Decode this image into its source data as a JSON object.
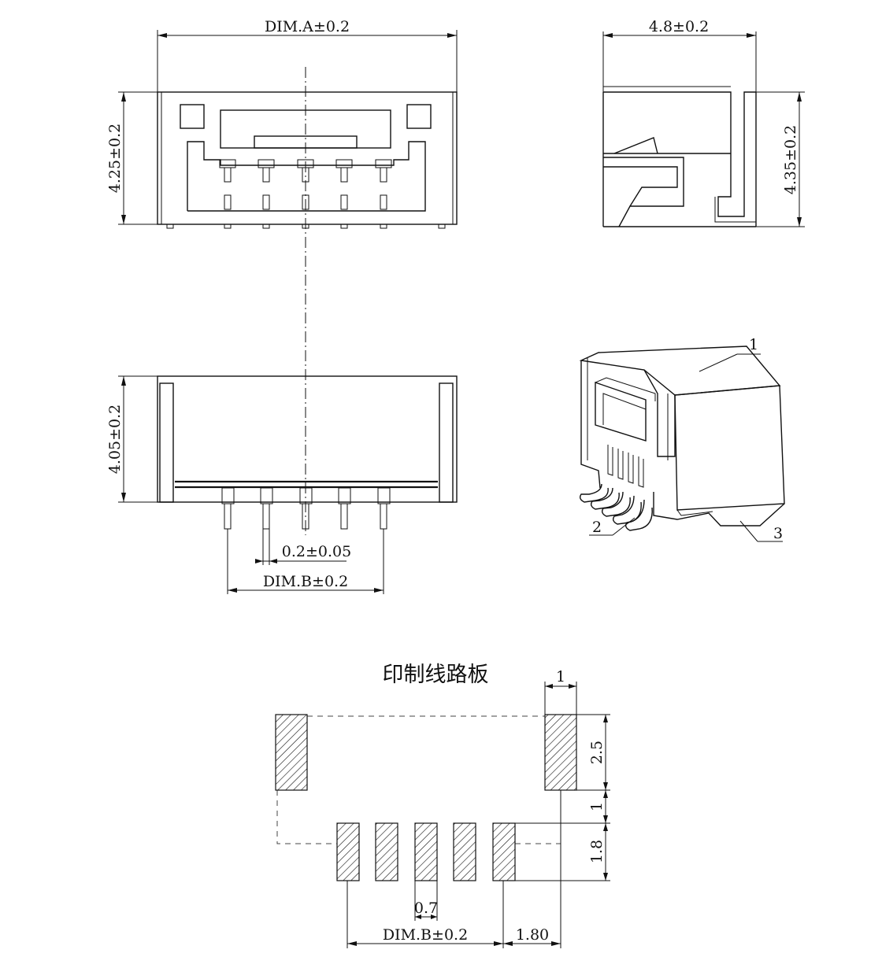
{
  "front_view": {
    "dim_a": "DIM.A±0.2",
    "height": "4.25±0.2"
  },
  "side_view": {
    "depth": "4.8±0.2",
    "height": "4.35±0.2"
  },
  "bottom_view": {
    "height": "4.05±0.2",
    "pin_width": "0.2±0.05",
    "dim_b": "DIM.B±0.2"
  },
  "iso_view": {
    "callouts": [
      "1",
      "2",
      "3"
    ]
  },
  "pcb_layout": {
    "title": "印制线路板",
    "pad_width": "1",
    "mount_pad_height": "2.5",
    "gap": "1",
    "signal_pad_height": "1.8",
    "signal_pad_width": "0.7",
    "dim_b": "DIM.B±0.2",
    "offset": "1.80"
  }
}
